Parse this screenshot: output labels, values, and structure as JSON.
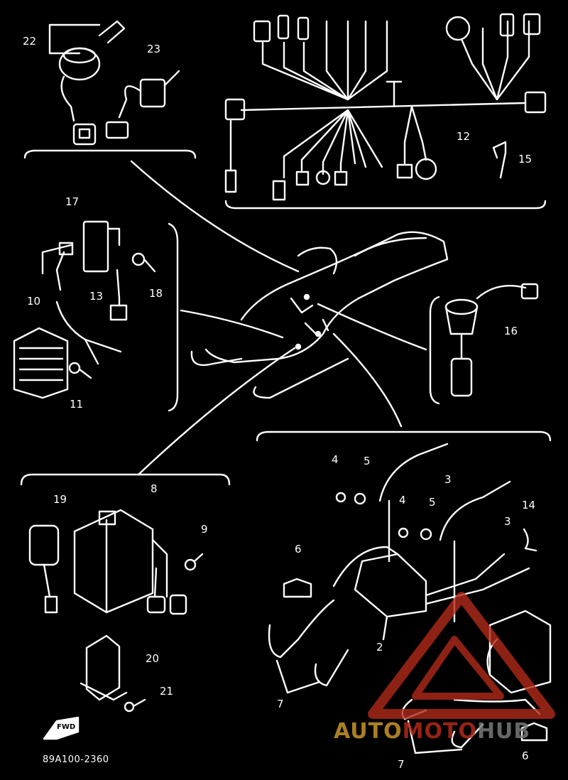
{
  "callouts": {
    "p22": "22",
    "p23": "23",
    "p12": "12",
    "p15": "15",
    "p17": "17",
    "p18": "18",
    "p10": "10",
    "p13": "13",
    "p11": "11",
    "p16": "16",
    "p19": "19",
    "p8": "8",
    "p9": "9",
    "p20": "20",
    "p21": "21",
    "p4a": "4",
    "p5a": "5",
    "p3a": "3",
    "p4b": "4",
    "p5b": "5",
    "p3b": "3",
    "p14": "14",
    "p6a": "6",
    "p2": "2",
    "p7a": "7",
    "p7b": "7",
    "p6b": "6"
  },
  "part_code": "89A100-2360",
  "fwd_label": "FWD",
  "watermark": {
    "part1": "AUTO",
    "part2": "MOTO",
    "part3": "HUB",
    "color1": "#c8962b",
    "color2": "#b02a1a",
    "color3": "#7a7a7a"
  }
}
